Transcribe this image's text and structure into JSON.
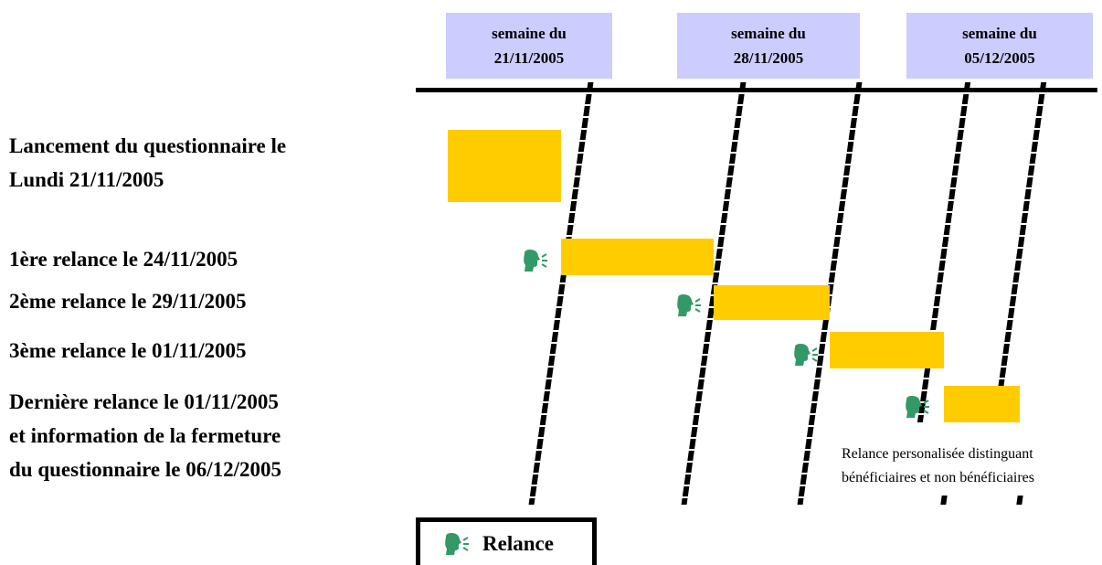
{
  "weeks": [
    {
      "line1": "semaine du",
      "line2": "21/11/2005"
    },
    {
      "line1": "semaine du",
      "line2": "28/11/2005"
    },
    {
      "line1": "semaine du",
      "line2": "05/12/2005"
    }
  ],
  "tasks": [
    {
      "label_line1": "Lancement du questionnaire le",
      "label_line2": "Lundi 21/11/2005"
    },
    {
      "label_line1": "1ère relance le 24/11/2005"
    },
    {
      "label_line1": "2ème relance le 29/11/2005"
    },
    {
      "label_line1": "3ème relance le 01/11/2005"
    },
    {
      "label_line1": "Dernière relance le 01/11/2005",
      "label_line2": "et information de la fermeture",
      "label_line3": "du questionnaire le 06/12/2005"
    }
  ],
  "note": {
    "line1": "Relance personalisée distinguant",
    "line2": "bénéficiaires et non bénéficiaires"
  },
  "legend": {
    "label": "Relance",
    "icon": "speaking-head-icon"
  },
  "colors": {
    "bar": "#ffcc00",
    "week_header": "#ccccff",
    "speaker": "#339966"
  }
}
